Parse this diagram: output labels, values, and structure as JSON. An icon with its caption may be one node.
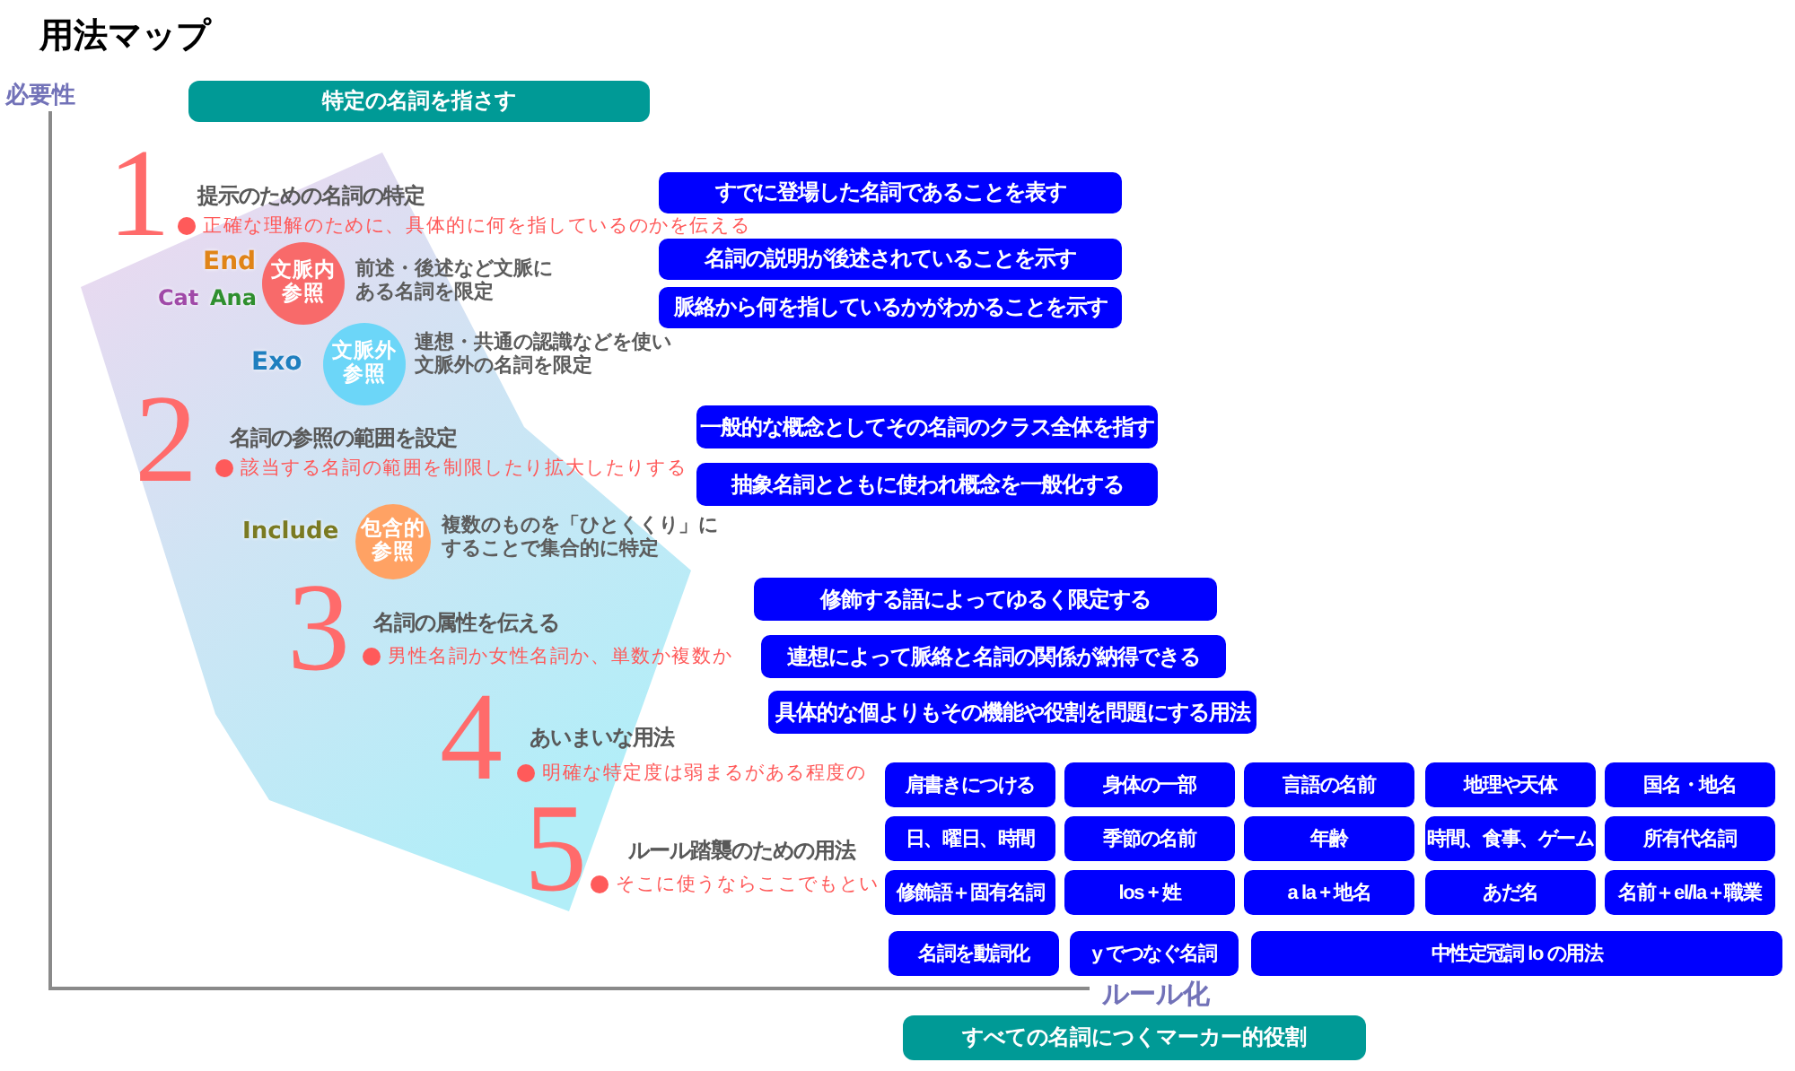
{
  "diagram": {
    "title": "用法マップ",
    "nodes": [
      {
        "text": [
          "特定の名詞を指さす"
        ]
      },
      {
        "text": [
          "文脈内参照"
        ],
        "beside": [
          "End",
          "Cat",
          "Ana",
          "前述・後述など文脈にある名詞を限定"
        ]
      },
      {
        "text": [
          "文脈外参照"
        ],
        "beside": [
          "Exo",
          "連想・共通の認識などを使い文脈外の名詞を限定"
        ]
      },
      {
        "text": [
          "包含的参照"
        ],
        "beside": [
          "Include",
          "複数のものを「ひとくくり」にすることで集合的に特定"
        ]
      },
      {
        "text": [
          "すでに登場した名詞であることを表す"
        ]
      },
      {
        "text": [
          "名詞の説明が後述されていることを示す"
        ]
      },
      {
        "text": [
          "脈絡から何を指しているかがわかることを示す"
        ]
      },
      {
        "text": [
          "一般的な概念としてその名詞のクラス全体を指す"
        ]
      },
      {
        "text": [
          "抽象名詞とともに使われ概念を一般化する"
        ]
      },
      {
        "text": [
          "修飾する語によってゆるく限定する"
        ]
      },
      {
        "text": [
          "連想によって脈絡と名詞の関係が納得できる"
        ]
      },
      {
        "text": [
          "具体的な個よりもその機能や役割を問題にする用法"
        ]
      },
      {
        "text": [
          "肩書きにつける"
        ]
      },
      {
        "text": [
          "身体の一部"
        ]
      },
      {
        "text": [
          "言語の名前"
        ]
      },
      {
        "text": [
          "地理や天体"
        ]
      },
      {
        "text": [
          "国名・地名"
        ]
      },
      {
        "text": [
          "日、曜日、時間"
        ]
      },
      {
        "text": [
          "季節の名前"
        ]
      },
      {
        "text": [
          "年齢"
        ]
      },
      {
        "text": [
          "時間、食事、ゲーム"
        ]
      },
      {
        "text": [
          "所有代名詞"
        ]
      },
      {
        "text": [
          "修飾語＋固有名詞"
        ]
      },
      {
        "text": [
          "los + 姓"
        ]
      },
      {
        "text": [
          "a la + 地名"
        ]
      },
      {
        "text": [
          "あだ名"
        ]
      },
      {
        "text": [
          "名前＋el/la＋職業"
        ]
      },
      {
        "text": [
          "名詞を動詞化"
        ]
      },
      {
        "text": [
          "y でつなぐ名詞"
        ]
      },
      {
        "text": [
          "中性定冠詞 lo の用法"
        ]
      },
      {
        "text": [
          "すべての名詞につくマーカー的役割"
        ]
      }
    ],
    "labels": [
      "必要性",
      "1",
      "提示のための名詞の特定",
      "正確な理解のために、具体的に何を指しているのかを伝える",
      "2",
      "名詞の参照の範囲を設定",
      "該当する名詞の範囲を制限したり拡大したりする",
      "3",
      "名詞の属性を伝える",
      "男性名詞か女性名詞か、単数か複数か",
      "4",
      "あいまいな用法",
      "明確な特定度は弱まるがある程度の",
      "5",
      "ルール踏襲のための用法",
      "そこに使うならここでもとい",
      "ルール化"
    ]
  }
}
